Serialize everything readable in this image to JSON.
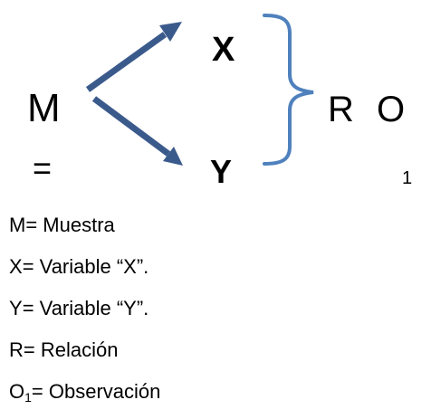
{
  "diagram": {
    "nodes": {
      "m": "M",
      "eq": "=",
      "x": "X",
      "y": "Y",
      "r": "R",
      "o": "O",
      "o_sub": "1"
    },
    "colors": {
      "arrow": "#3b5a8c",
      "brace": "#4f81bd",
      "text": "#000000"
    }
  },
  "legend": [
    {
      "symbol": "M",
      "sub": "",
      "text": "= Muestra"
    },
    {
      "symbol": "X",
      "sub": "",
      "text": "= Variable “X”."
    },
    {
      "symbol": "Y",
      "sub": "",
      "text": "= Variable “Y”."
    },
    {
      "symbol": "R",
      "sub": "",
      "text": "= Relación"
    },
    {
      "symbol": "O",
      "sub": "1",
      "text": "= Observación"
    }
  ]
}
